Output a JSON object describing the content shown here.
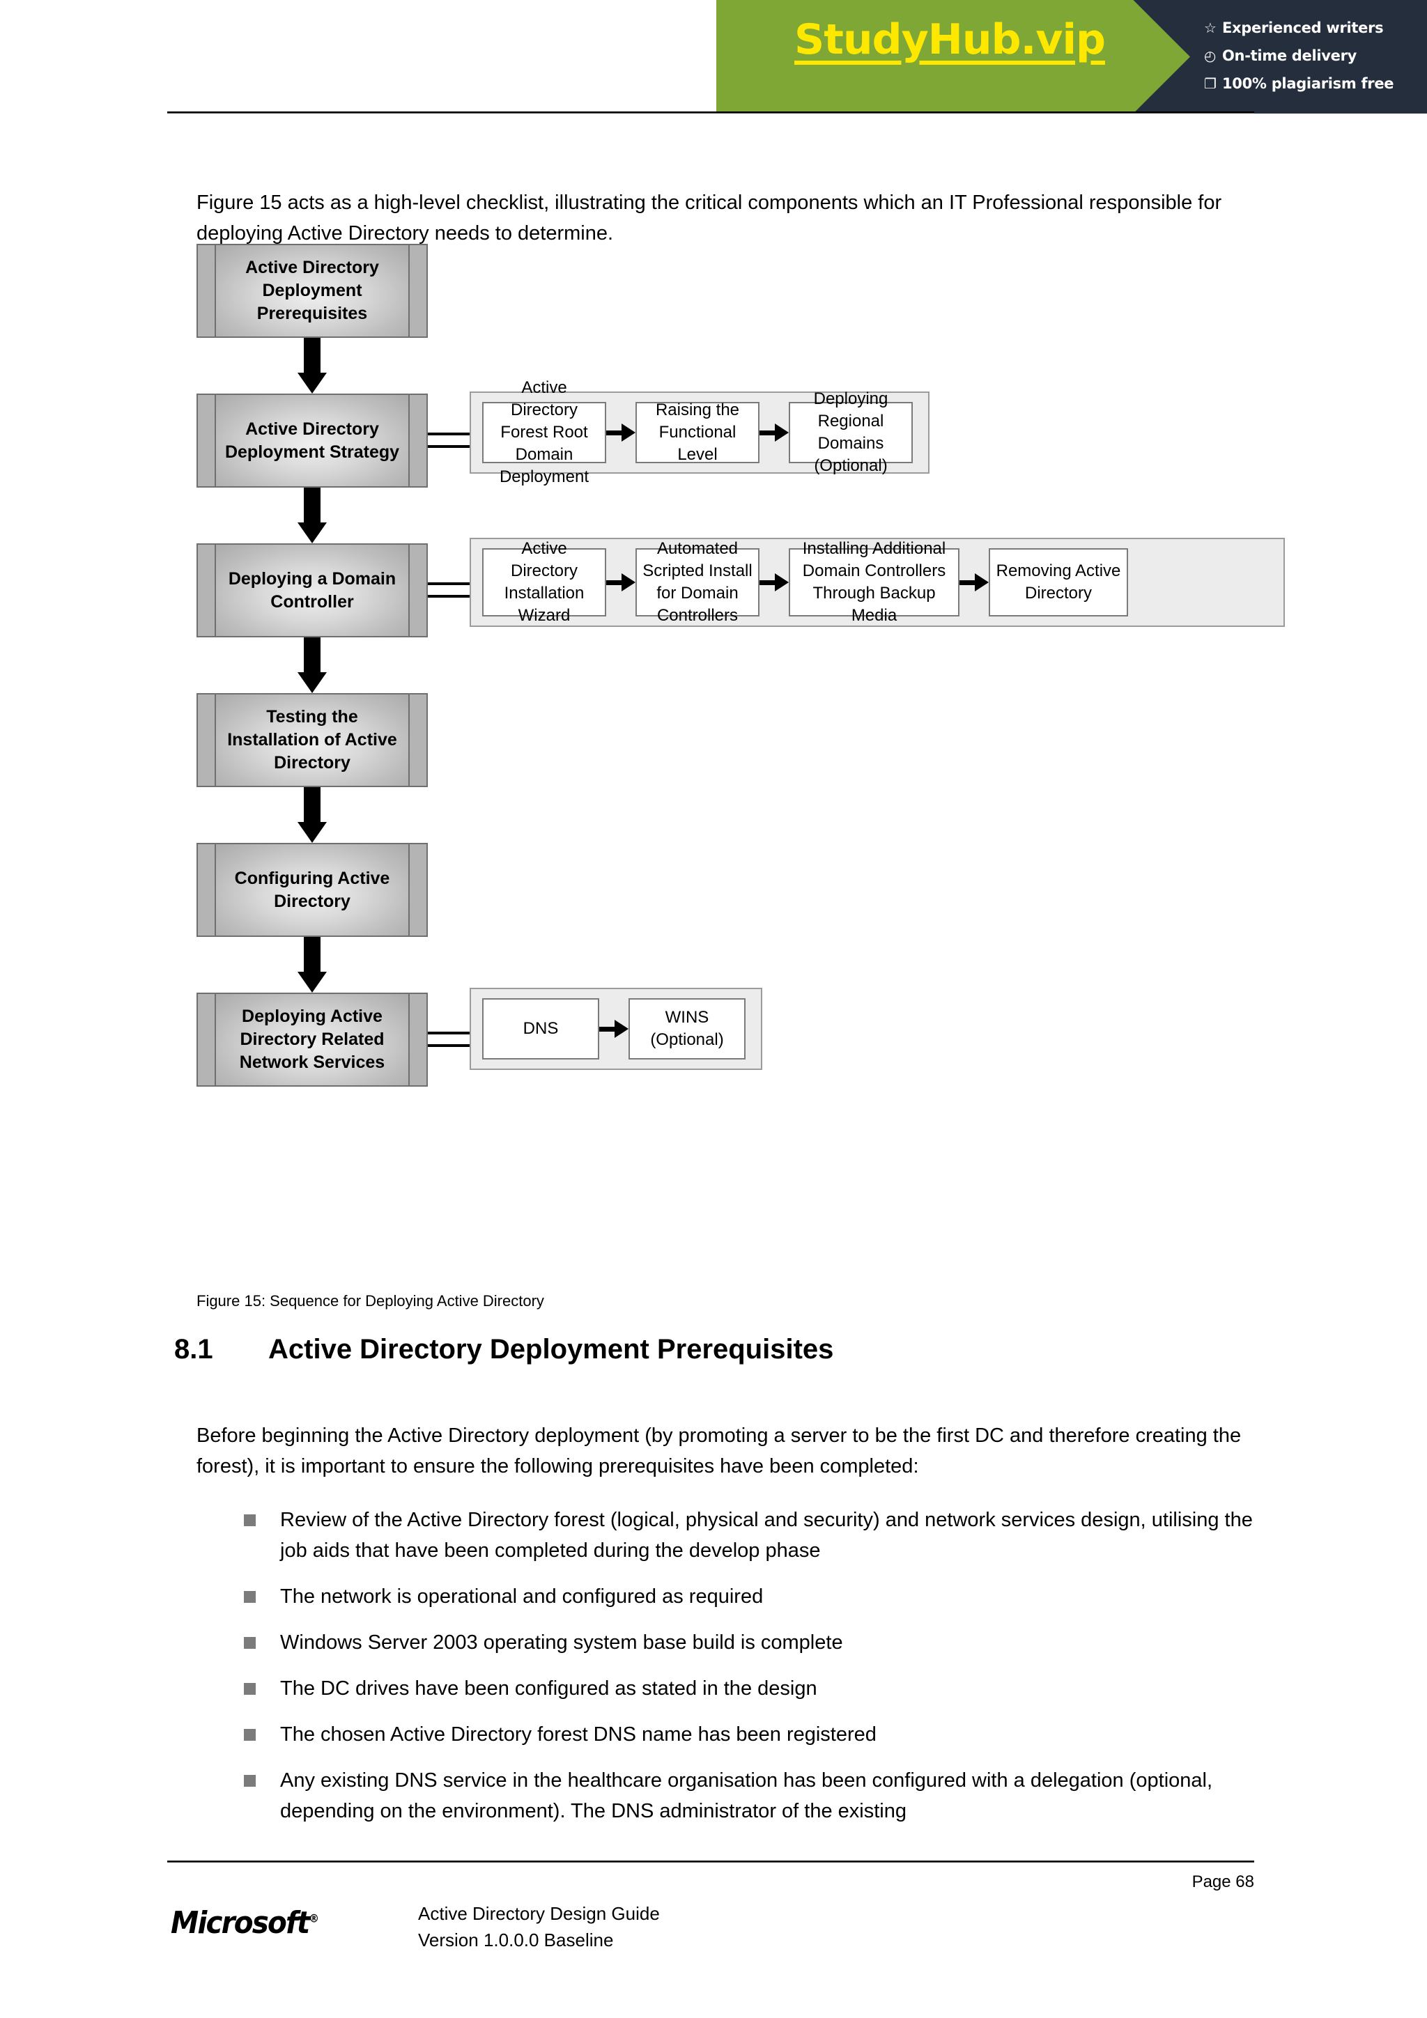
{
  "banner": {
    "logo": "StudyHub.vip",
    "features": [
      {
        "icon": "star-icon",
        "glyph": "☆",
        "label": "Experienced writers"
      },
      {
        "icon": "clock-icon",
        "glyph": "◴",
        "label": "On-time delivery"
      },
      {
        "icon": "document-icon",
        "glyph": "❐",
        "label": "100% plagiarism free"
      }
    ],
    "colors": {
      "green": "#7fa736",
      "dark": "#242e3d",
      "yellow": "#ffe800"
    }
  },
  "intro": "Figure 15 acts as a high-level checklist, illustrating the critical components which an IT Professional responsible for deploying Active Directory needs to determine.",
  "flow": {
    "stages": [
      {
        "label": "Active Directory Deployment Prerequisites",
        "subs": []
      },
      {
        "label": "Active Directory Deployment Strategy",
        "subs": [
          "Active Directory Forest Root Domain Deployment",
          "Raising the Functional Level",
          "Deploying Regional Domains (Optional)"
        ]
      },
      {
        "label": "Deploying a Domain Controller",
        "subs": [
          "Active Directory Installation Wizard",
          "Automated Scripted Install for Domain Controllers",
          "Installing Additional Domain Controllers Through Backup Media",
          "Removing Active Directory"
        ]
      },
      {
        "label": "Testing the Installation of Active Directory",
        "subs": []
      },
      {
        "label": "Configuring Active Directory",
        "subs": []
      },
      {
        "label": "Deploying Active Directory Related Network Services",
        "subs": [
          "DNS",
          "WINS (Optional)"
        ]
      }
    ]
  },
  "figure_caption": "Figure 15: Sequence for Deploying Active Directory",
  "section": {
    "number": "8.1",
    "title": "Active Directory Deployment Prerequisites",
    "paragraph": "Before beginning the Active Directory deployment (by promoting a server to be the first DC and therefore creating the forest), it is important to ensure the following prerequisites have been completed:",
    "bullets": [
      "Review of the Active Directory forest (logical, physical and security) and network services design, utilising the job aids that have been completed during the develop phase",
      "The network is operational and configured as required",
      "Windows Server 2003 operating system base build is complete",
      "The DC drives have been configured as stated in the design",
      "The chosen Active Directory forest DNS name has been registered",
      "Any existing DNS service in the healthcare organisation has been configured with a delegation (optional, depending on the environment). The DNS administrator of the existing"
    ]
  },
  "footer": {
    "page": "Page 68",
    "logo": "Microsoft",
    "doc_title": "Active Directory Design Guide",
    "doc_version": "Version 1.0.0.0 Baseline"
  }
}
